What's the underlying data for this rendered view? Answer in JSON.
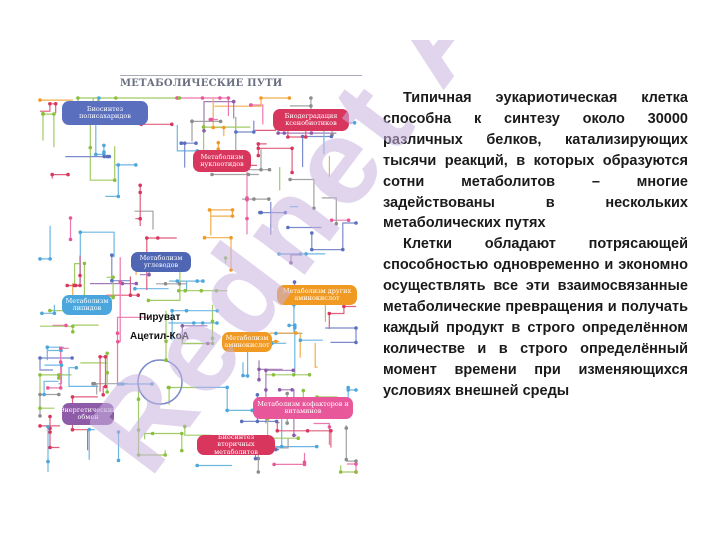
{
  "map": {
    "title": "МЕТАБОЛИЧЕСКИЕ ПУТИ",
    "boxes": {
      "polysaccharides": "Биосинтез полисахаридов",
      "xenobiotics": "Биодеградация ксенобиотиков",
      "nucleotides": "Метаболизм нуклеотидов",
      "carbohydrates": "Метаболизм углеводов",
      "lipids": "Метаболизм липидов",
      "aminoacids": "Метаболизм других аминокислот",
      "aminoacids2": "Метаболизм аминокислот",
      "energy": "Энергетический обмен",
      "cofactors": "Метаболизм кофакторов и витаминов",
      "secondary": "Биосинтез вторичных метаболитов"
    },
    "pyruvate_label": "Пируват",
    "acetylcoa_label": "Ацетил-КоА",
    "colors": {
      "blue": "#5b6fbf",
      "red": "#d9365d",
      "lightblue": "#4aa6dc",
      "green": "#8bbf3f",
      "orange": "#f09a23",
      "purple": "#8e5ba8",
      "pink": "#e8579a",
      "gray": "#8c8c8c"
    }
  },
  "text": {
    "paragraph1": "Типичная эукариотическая клетка способна к синтезу около 30000 различных белков, катализирующих тысячи реакций, в которых образуются сотни метаболитов – многие задействованы в нескольких метаболических путях",
    "paragraph2": "Клетки обладают потрясающей способностью одновременно и экономно осуществлять все эти взаимосвязанные метаболические превращения и получать каждый продукт в строго определённом количестве и в строго определённый момент времени при изменяющихся условиях внешней среды"
  },
  "watermark": {
    "text": "Rednet A",
    "color": "#c9b3e0"
  }
}
